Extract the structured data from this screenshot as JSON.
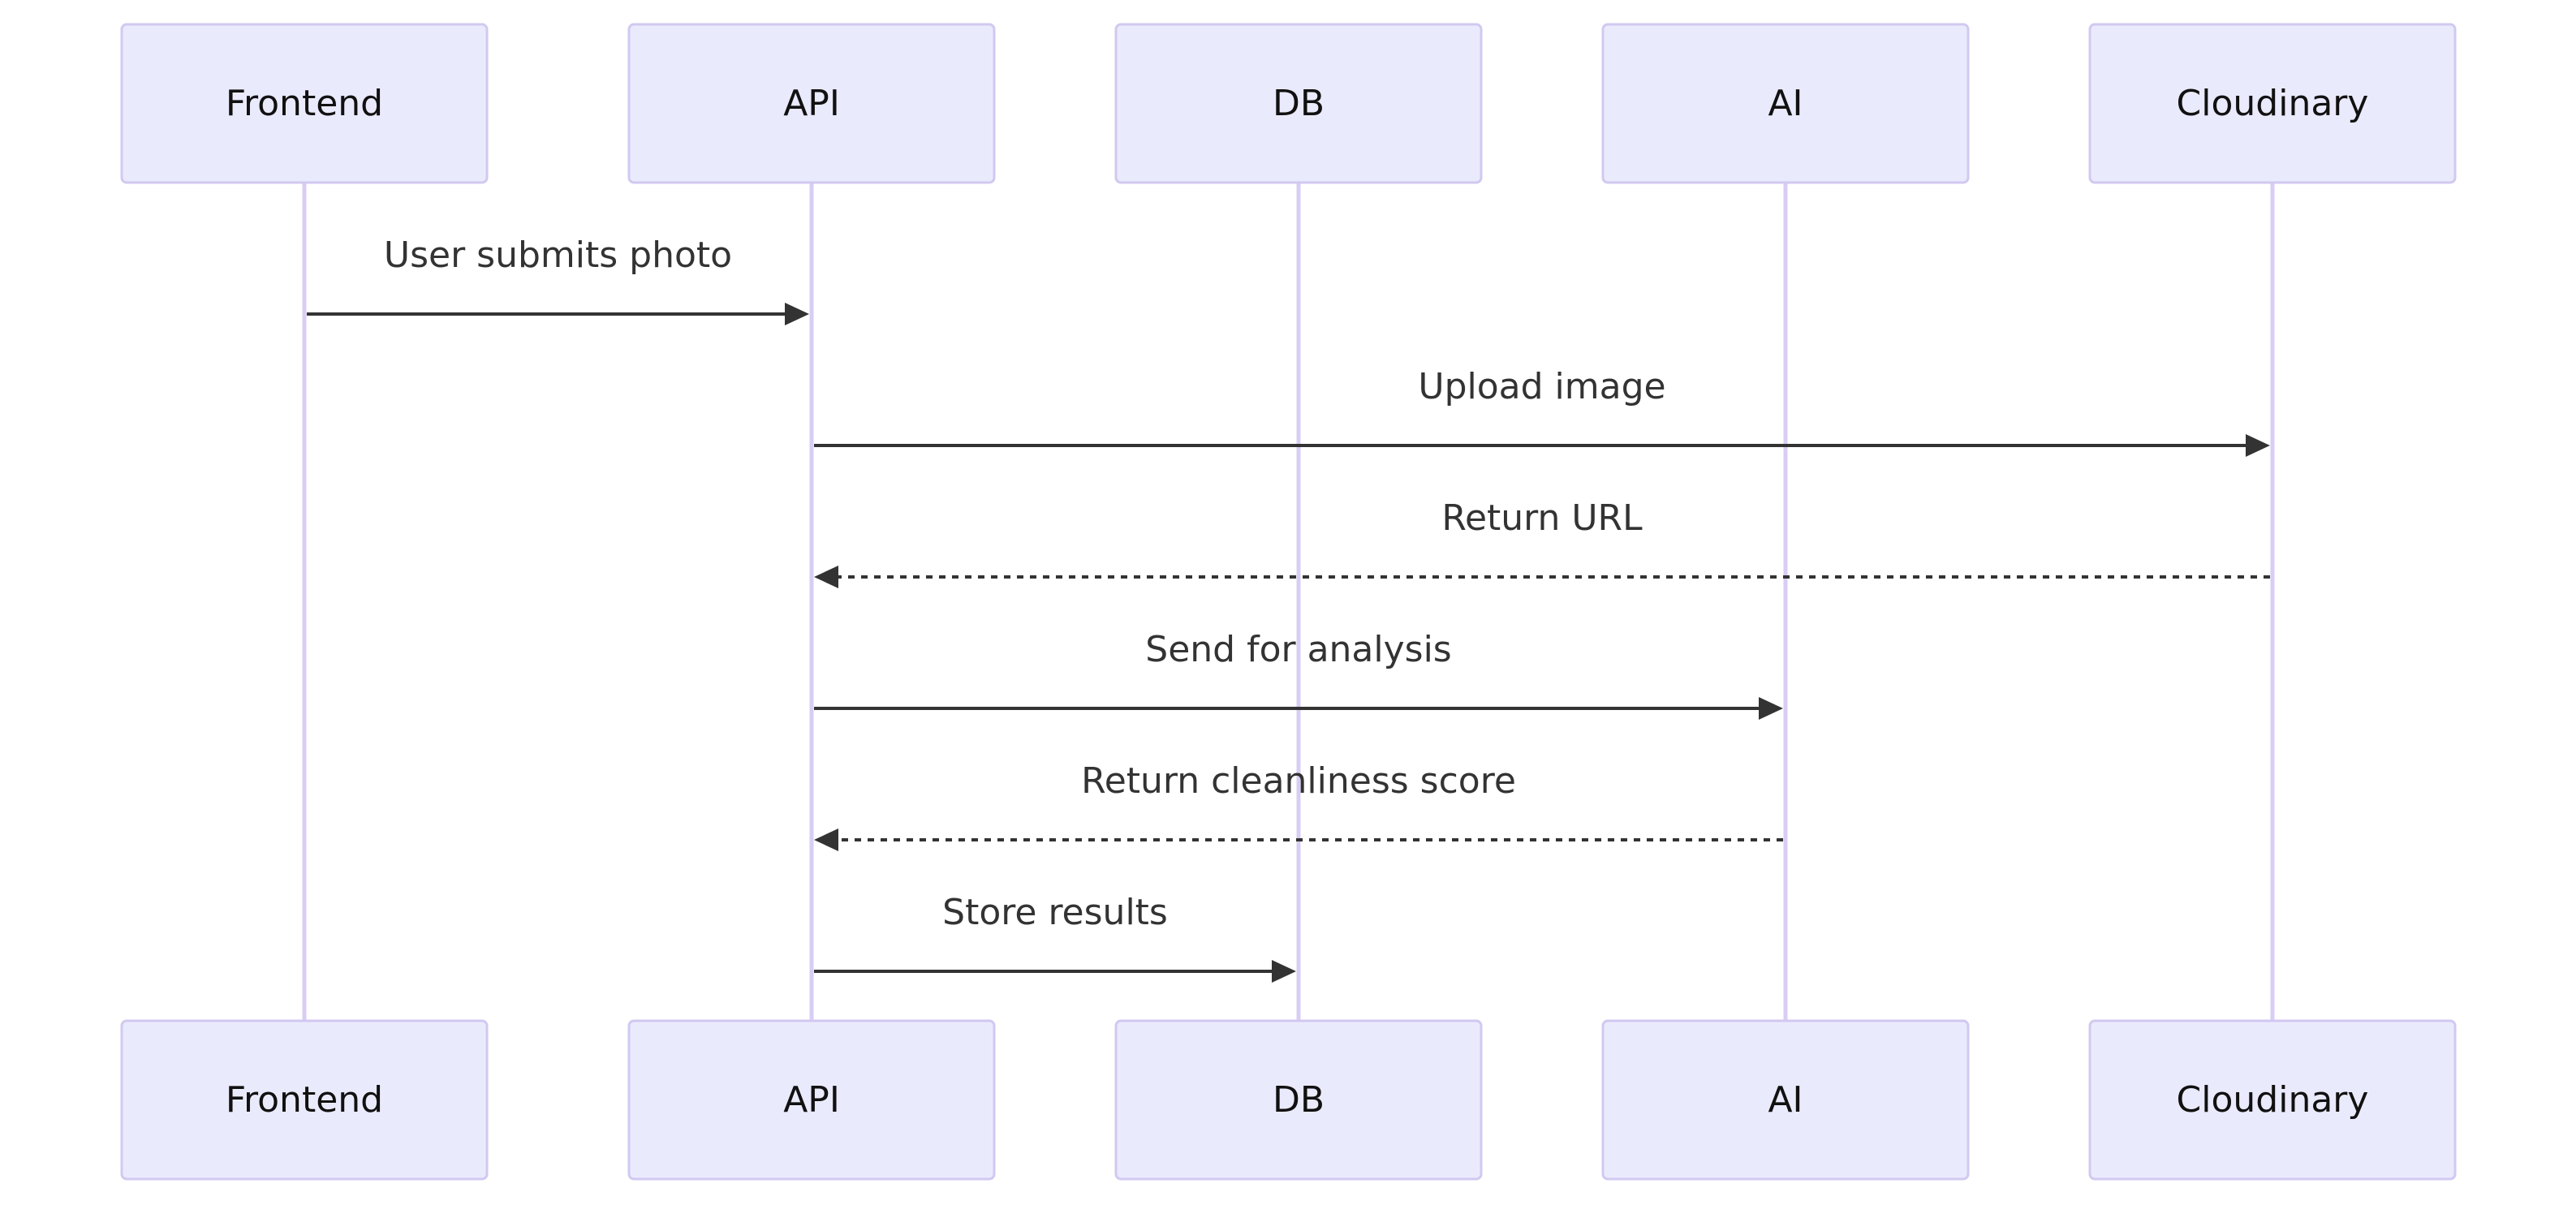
{
  "participants": [
    {
      "id": "frontend",
      "label": "Frontend"
    },
    {
      "id": "api",
      "label": "API"
    },
    {
      "id": "db",
      "label": "DB"
    },
    {
      "id": "ai",
      "label": "AI"
    },
    {
      "id": "cloudinary",
      "label": "Cloudinary"
    }
  ],
  "messages": [
    {
      "from": "frontend",
      "to": "api",
      "label": "User submits photo",
      "style": "solid"
    },
    {
      "from": "api",
      "to": "cloudinary",
      "label": "Upload image",
      "style": "solid"
    },
    {
      "from": "cloudinary",
      "to": "api",
      "label": "Return URL",
      "style": "dashed"
    },
    {
      "from": "api",
      "to": "ai",
      "label": "Send for analysis",
      "style": "solid"
    },
    {
      "from": "ai",
      "to": "api",
      "label": "Return cleanliness score",
      "style": "dashed"
    },
    {
      "from": "api",
      "to": "db",
      "label": "Store results",
      "style": "solid"
    }
  ],
  "colors": {
    "actor_fill": "#eaeafd",
    "actor_border": "#d1c9f0",
    "lifeline": "#d9cdf4",
    "message": "#333333"
  }
}
